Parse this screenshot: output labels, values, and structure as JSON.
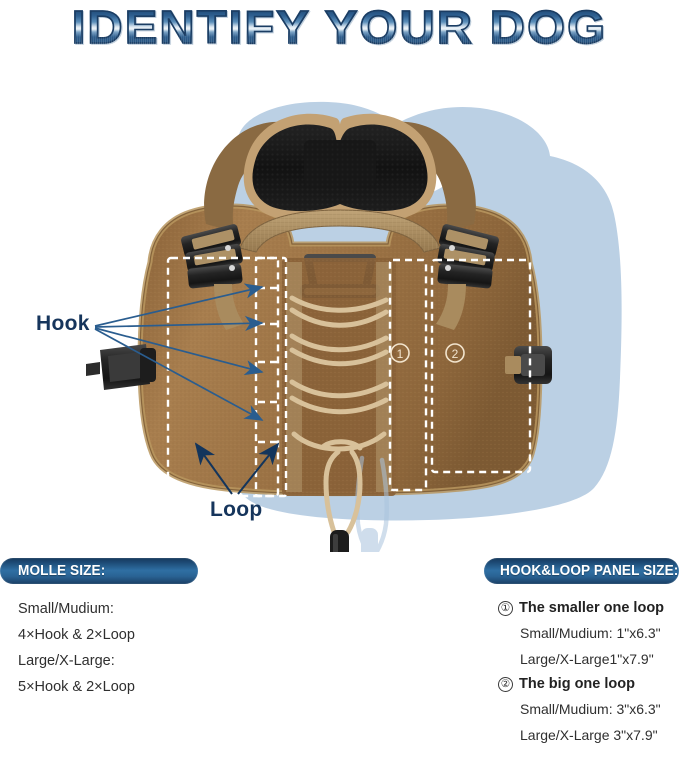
{
  "title": "IDENTIFY YOUR DOG",
  "callouts": {
    "hook": "Hook",
    "loop": "Loop"
  },
  "product": {
    "markers": [
      {
        "id": "marker-1",
        "label": "①"
      },
      {
        "id": "marker-2",
        "label": "②"
      }
    ],
    "colors": {
      "body": "#9c7345",
      "body_light": "#b08a58",
      "body_dark": "#7a5730",
      "webbing": "#b69a70",
      "cord": "#d8c19a",
      "hardware": "#2b2b2b",
      "mesh": "#191919",
      "shadow": "#a9c3dd",
      "dash_outline": "#ffffff"
    }
  },
  "panels": {
    "molle": {
      "heading": "MOLLE SIZE:",
      "lines": [
        "Small/Mudium:",
        "4×Hook & 2×Loop",
        "Large/X-Large:",
        "5×Hook & 2×Loop"
      ]
    },
    "hook_loop": {
      "heading": "HOOK&LOOP PANEL SIZE:",
      "items": [
        {
          "num": "①",
          "title": "The smaller one loop",
          "sizes": [
            "Small/Mudium: 1\"x6.3\"",
            "Large/X-Large1\"x7.9\""
          ]
        },
        {
          "num": "②",
          "title": "The big one loop",
          "sizes": [
            "Small/Mudium: 3\"x6.3\"",
            "Large/X-Large 3\"x7.9\""
          ]
        }
      ]
    }
  },
  "theme": {
    "accent_blue": "#2f6fa3",
    "accent_dark_blue": "#16395c",
    "arrow_blue": "#1d4b76",
    "text_dark": "#2f2f2f"
  }
}
